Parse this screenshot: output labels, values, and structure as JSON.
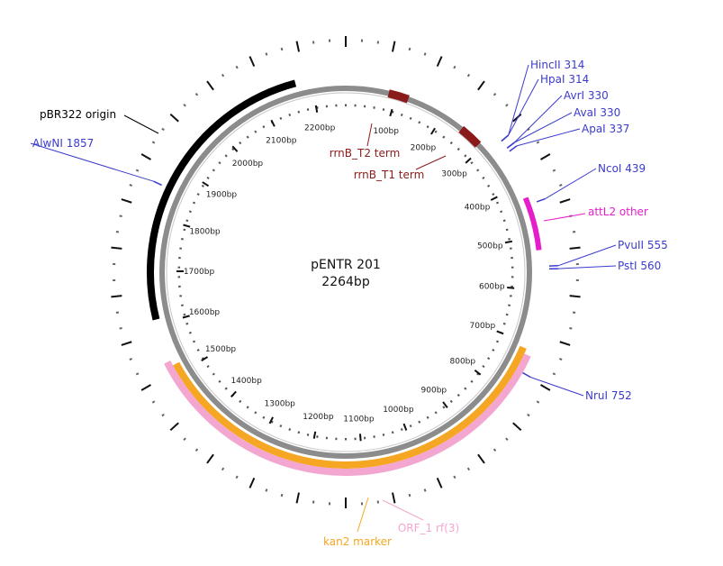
{
  "plasmid": {
    "name": "pENTR 201",
    "length_text": "2264bp",
    "length": 2264
  },
  "colors": {
    "backbone": "#8c8c8c",
    "restriction": "#3b3bcc",
    "terminator": "#8b1a1a",
    "origin": "#000000",
    "kan": "#f5a623",
    "orf": "#f3a6cf",
    "attL2": "#e51ecb",
    "ticks": "#111111"
  },
  "position_labels": [
    {
      "bp": 100,
      "text": "100bp"
    },
    {
      "bp": 200,
      "text": "200bp"
    },
    {
      "bp": 300,
      "text": "300bp"
    },
    {
      "bp": 400,
      "text": "400bp"
    },
    {
      "bp": 500,
      "text": "500bp"
    },
    {
      "bp": 600,
      "text": "600bp"
    },
    {
      "bp": 700,
      "text": "700bp"
    },
    {
      "bp": 800,
      "text": "800bp"
    },
    {
      "bp": 900,
      "text": "900bp"
    },
    {
      "bp": 1000,
      "text": "1000bp"
    },
    {
      "bp": 1100,
      "text": "1100bp"
    },
    {
      "bp": 1200,
      "text": "1200bp"
    },
    {
      "bp": 1300,
      "text": "1300bp"
    },
    {
      "bp": 1400,
      "text": "1400bp"
    },
    {
      "bp": 1500,
      "text": "1500bp"
    },
    {
      "bp": 1600,
      "text": "1600bp"
    },
    {
      "bp": 1700,
      "text": "1700bp"
    },
    {
      "bp": 1800,
      "text": "1800bp"
    },
    {
      "bp": 1900,
      "text": "1900bp"
    },
    {
      "bp": 2000,
      "text": "2000bp"
    },
    {
      "bp": 2100,
      "text": "2100bp"
    },
    {
      "bp": 2200,
      "text": "2200bp"
    }
  ],
  "features": [
    {
      "name": "rrnB_T2 term",
      "start": 85,
      "end": 125,
      "type": "terminator"
    },
    {
      "name": "rrnB_T1 term",
      "start": 245,
      "end": 290,
      "type": "terminator"
    },
    {
      "name": "attL2 other",
      "start": 425,
      "end": 525,
      "type": "attL2"
    },
    {
      "name": "kan2 marker",
      "start": 710,
      "end": 1520,
      "type": "kan"
    },
    {
      "name": "ORF_1 rf(3)",
      "start": 720,
      "end": 1530,
      "type": "orf"
    },
    {
      "name": "pBR322 origin",
      "start": 1610,
      "end": 2170,
      "type": "origin"
    }
  ],
  "restriction_sites": [
    {
      "label": "HincII 314",
      "bp": 314
    },
    {
      "label": "HpaI 314",
      "bp": 314
    },
    {
      "label": "AvrI 330",
      "bp": 330
    },
    {
      "label": "AvaI 330",
      "bp": 330
    },
    {
      "label": "ApaI 337",
      "bp": 337
    },
    {
      "label": "NcoI 439",
      "bp": 439
    },
    {
      "label": "PvuII 555",
      "bp": 555
    },
    {
      "label": "PstI 560",
      "bp": 560
    },
    {
      "label": "NruI 752",
      "bp": 752
    },
    {
      "label": "AlwNI 1857",
      "bp": 1857
    }
  ]
}
